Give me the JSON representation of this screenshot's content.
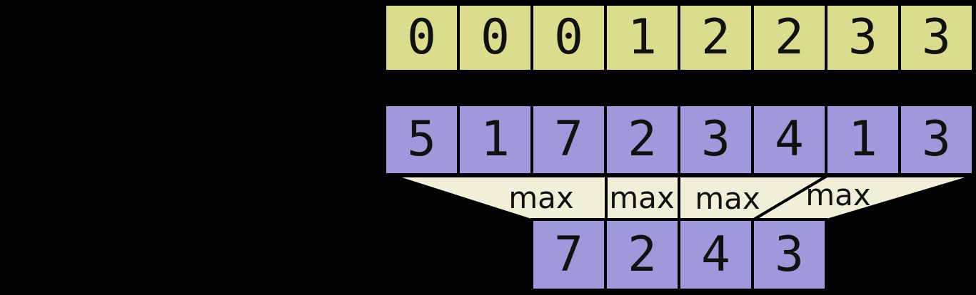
{
  "colors": {
    "background": "#000000",
    "cell_border": "#000000",
    "segment_cell": "#DCDC8E",
    "data_cell": "#9E99DB",
    "funnel": "#F0F0D8",
    "text": "#111111"
  },
  "segment_ids_row": {
    "cells": [
      "0",
      "0",
      "0",
      "1",
      "2",
      "2",
      "3",
      "3"
    ]
  },
  "data_row": {
    "cells": [
      "5",
      "1",
      "7",
      "2",
      "3",
      "4",
      "1",
      "3"
    ]
  },
  "operators": {
    "labels": [
      "max",
      "max",
      "max",
      "max"
    ]
  },
  "output_row": {
    "cells": [
      "7",
      "2",
      "4",
      "3"
    ]
  }
}
